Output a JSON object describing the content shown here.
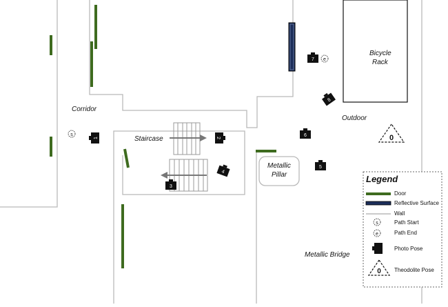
{
  "labels": {
    "corridor": "Corridor",
    "staircase": "Staircase",
    "outdoor": "Outdoor",
    "bicycle_rack_line1": "Bicycle",
    "bicycle_rack_line2": "Rack",
    "metallic_pillar_line1": "Metallic",
    "metallic_pillar_line2": "Pillar",
    "metallic_bridge": "Metallic Bridge"
  },
  "markers": {
    "path_start": "s",
    "path_end": "e",
    "theodolite_pose": "0"
  },
  "photo_poses": [
    "1",
    "2",
    "3",
    "4",
    "5",
    "6",
    "7",
    "8"
  ],
  "legend": {
    "title": "Legend",
    "items": [
      {
        "symbol": "door",
        "label": "Door"
      },
      {
        "symbol": "reflective-surface",
        "label": "Reflective Surface"
      },
      {
        "symbol": "wall",
        "label": "Wall"
      },
      {
        "symbol": "path-start",
        "label": "Path Start"
      },
      {
        "symbol": "path-end",
        "label": "Path End"
      },
      {
        "symbol": "photo-pose",
        "label": "Photo Pose"
      },
      {
        "symbol": "theodolite-pose",
        "label": "Theodolite Pose"
      }
    ]
  },
  "colors": {
    "door": "#3e6b1f",
    "reflective_surface": "#1c2e5a",
    "wall": "#b9b9b9",
    "pose": "#111111"
  }
}
